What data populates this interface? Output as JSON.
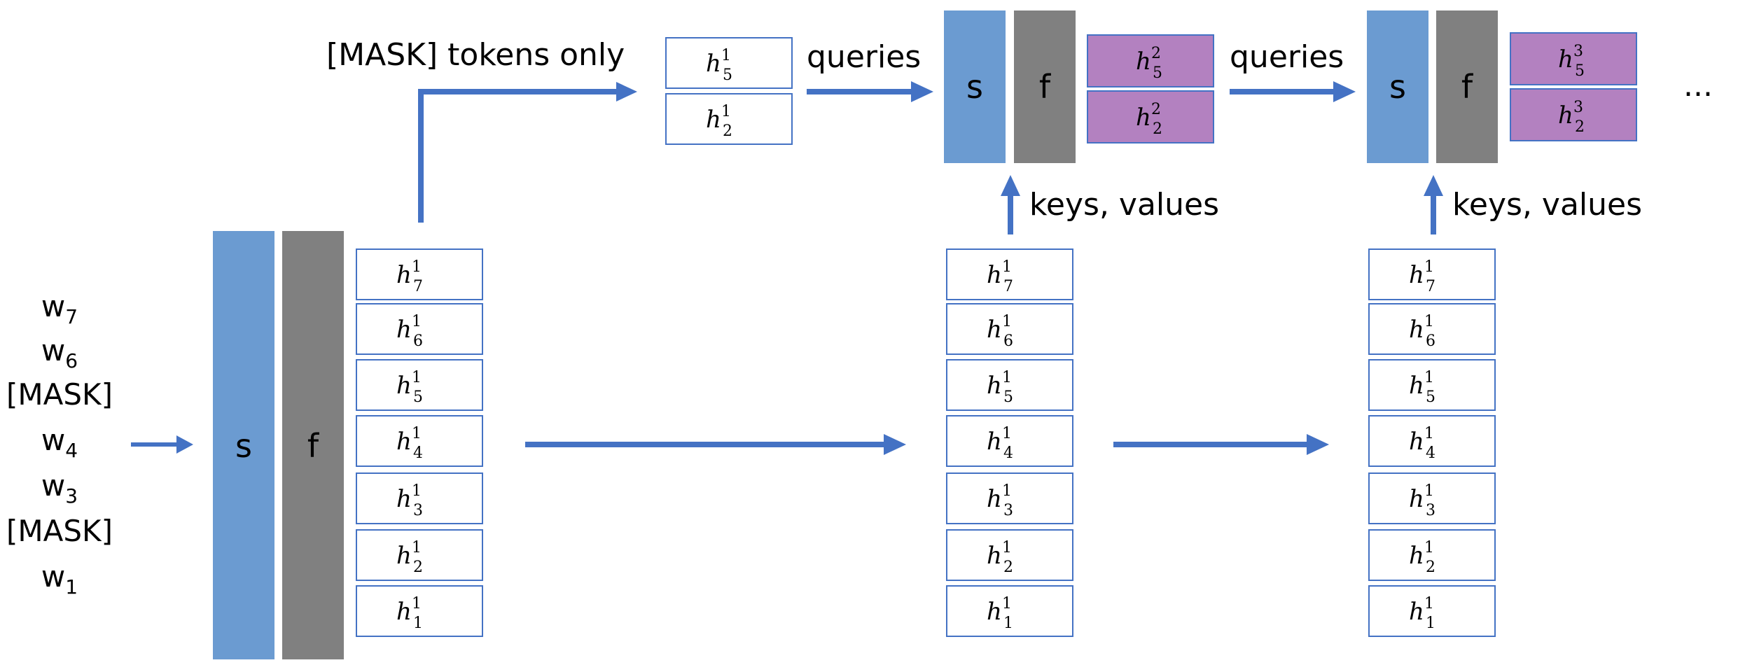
{
  "input_tokens": [
    {
      "main": "w",
      "sub": "7"
    },
    {
      "main": "w",
      "sub": "6"
    },
    {
      "main": "[MASK]",
      "sub": ""
    },
    {
      "main": "w",
      "sub": "4"
    },
    {
      "main": "w",
      "sub": "3"
    },
    {
      "main": "[MASK]",
      "sub": ""
    },
    {
      "main": "w",
      "sub": "1"
    }
  ],
  "blocks": {
    "s": "s",
    "f": "f"
  },
  "layer1_states": [
    {
      "base": "h",
      "sub": "7",
      "sup": "1"
    },
    {
      "base": "h",
      "sub": "6",
      "sup": "1"
    },
    {
      "base": "h",
      "sub": "5",
      "sup": "1"
    },
    {
      "base": "h",
      "sub": "4",
      "sup": "1"
    },
    {
      "base": "h",
      "sub": "3",
      "sup": "1"
    },
    {
      "base": "h",
      "sub": "2",
      "sup": "1"
    },
    {
      "base": "h",
      "sub": "1",
      "sup": "1"
    }
  ],
  "masked_states": [
    {
      "base": "h",
      "sub": "5",
      "sup": "1"
    },
    {
      "base": "h",
      "sub": "2",
      "sup": "1"
    }
  ],
  "layer2_masked": [
    {
      "base": "h",
      "sub": "5",
      "sup": "2"
    },
    {
      "base": "h",
      "sub": "2",
      "sup": "2"
    }
  ],
  "layer3_masked": [
    {
      "base": "h",
      "sub": "5",
      "sup": "3"
    },
    {
      "base": "h",
      "sub": "2",
      "sup": "3"
    }
  ],
  "labels": {
    "mask_only": "[MASK] tokens only",
    "queries": "queries",
    "keys_values": "keys, values",
    "ellipsis": "..."
  },
  "colors": {
    "s_block": "#6b9bd1",
    "f_block": "#808080",
    "arrow": "#4472c4",
    "purple_box": "#b381c0",
    "box_border": "#4472c4"
  }
}
